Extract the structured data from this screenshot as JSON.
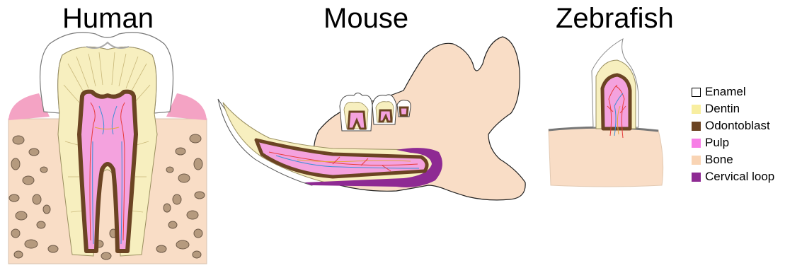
{
  "titles": {
    "human": "Human",
    "mouse": "Mouse",
    "zebrafish": "Zebrafish"
  },
  "legend": [
    {
      "label": "Enamel",
      "color": "#ffffff",
      "border": "#000000"
    },
    {
      "label": "Dentin",
      "color": "#f8eea0",
      "border": "#f8eea0"
    },
    {
      "label": "Odontoblast",
      "color": "#6b4423",
      "border": "#6b4423"
    },
    {
      "label": "Pulp",
      "color": "#f77ee6",
      "border": "#f77ee6"
    },
    {
      "label": "Bone",
      "color": "#f9d4b4",
      "border": "#f9d4b4"
    },
    {
      "label": "Cervical loop",
      "color": "#8e2a93",
      "border": "#8e2a93"
    }
  ],
  "colors": {
    "enamel": "#ffffff",
    "dentin": "#f7efbf",
    "odontoblast": "#6b4423",
    "pulp": "#f4a2de",
    "bone": "#f9ddc6",
    "cervical_loop": "#8e2a93",
    "gum": "#f4a3c4",
    "trabecula": "#b59a7e"
  }
}
